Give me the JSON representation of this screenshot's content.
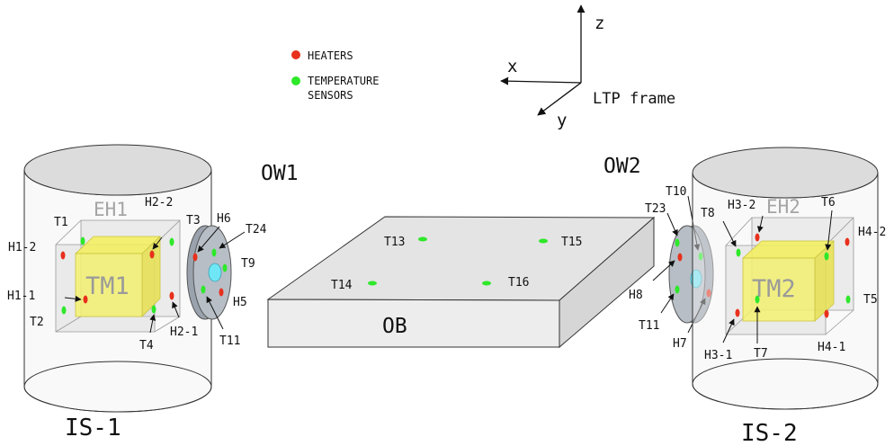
{
  "legend": {
    "heaters": "HEATERS",
    "sensors_line1": "TEMPERATURE",
    "sensors_line2": "SENSORS"
  },
  "axes": {
    "z": "z",
    "x": "x",
    "y": "y",
    "frame": "LTP frame"
  },
  "colors": {
    "heater": "#e8301c",
    "sensor": "#2ee82a",
    "tm_fill": "#f4f05a",
    "window": "#a9b2bb",
    "window_center": "#6fe6f5"
  },
  "components": {
    "is1": "IS-1",
    "is2": "IS-2",
    "eh1": "EH1",
    "eh2": "EH2",
    "tm1": "TM1",
    "tm2": "TM2",
    "ow1": "OW1",
    "ow2": "OW2",
    "ob": "OB"
  },
  "labels": {
    "T1": "T1",
    "T2": "T2",
    "T3": "T3",
    "T4": "T4",
    "T5": "T5",
    "T6": "T6",
    "T7": "T7",
    "T8": "T8",
    "T9": "T9",
    "T10": "T10",
    "T11a": "T11",
    "T11b": "T11",
    "T13": "T13",
    "T14": "T14",
    "T15": "T15",
    "T16": "T16",
    "T23": "T23",
    "T24": "T24",
    "H1_1": "H1-1",
    "H1_2": "H1-2",
    "H2_1": "H2-1",
    "H2_2": "H2-2",
    "H3_1": "H3-1",
    "H3_2": "H3-2",
    "H4_1": "H4-1",
    "H4_2": "H4-2",
    "H5": "H5",
    "H6": "H6",
    "H7": "H7",
    "H8": "H8"
  }
}
